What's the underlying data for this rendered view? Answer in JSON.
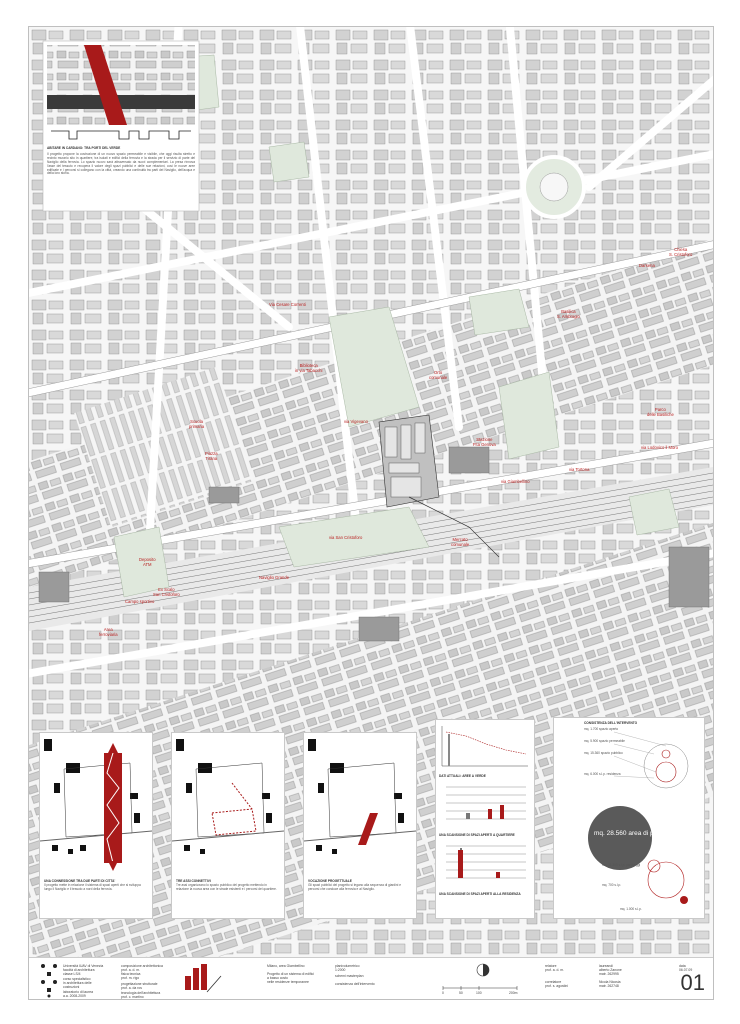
{
  "inset": {
    "title": "ABITARE IN CARDANO: TRA PORTI DEL VERDE",
    "paragraph": "Il progetto propone la costruzione di un nuovo spazio permeabile e visibile, che oggi risulta stretto e recinto murario sito in quartiere, tra isolati e edifici della ferrovia e la strada per il servizio di parte del Naviglio della ferrovia. Lo spazio nuovo sarà attraversato da nuovi complementari. La presa rinnova l'asse del tessuto e recupera il valore degli spazi pubblici e delle sue relazioni, così le nuove aree edificate e i percorsi si collegano con la città, creando una continuità tra parti del Naviglio, dell'acqua e della loro storia."
  },
  "map_labels": [
    {
      "id": "l1",
      "text": "Via Cesare Correnti"
    },
    {
      "id": "l2",
      "text": "Basilica\nS. Ambrogio"
    },
    {
      "id": "l3",
      "text": "Biblioteca\nin via Tabacchi"
    },
    {
      "id": "l4",
      "text": "Orto\ncomunale"
    },
    {
      "id": "l5",
      "text": "via Vigevano"
    },
    {
      "id": "l6",
      "text": "Scuola\nprimaria"
    },
    {
      "id": "l7",
      "text": "Parco\ndelle Basiliche"
    },
    {
      "id": "l8",
      "text": "Darsena"
    },
    {
      "id": "l9",
      "text": "Stazione\nP.ta Genova"
    },
    {
      "id": "l10",
      "text": "Mercato\ncomunale"
    },
    {
      "id": "l11",
      "text": "via San Cristoforo"
    },
    {
      "id": "l12",
      "text": "via Lodovico il Moro"
    },
    {
      "id": "l13",
      "text": "Ex Scalo\nSan Cristoforo"
    },
    {
      "id": "l14",
      "text": "Naviglio Grande"
    },
    {
      "id": "l15",
      "text": "Area\nferroviaria"
    },
    {
      "id": "l16",
      "text": "via Giambellino"
    },
    {
      "id": "l17",
      "text": "Deposito\nATM"
    },
    {
      "id": "l18",
      "text": "Chiesa\nS. Cristoforo"
    },
    {
      "id": "l19",
      "text": "Piazza\nTirana"
    },
    {
      "id": "l20",
      "text": "Campo sportivo"
    },
    {
      "id": "l21",
      "text": "via Tortona"
    }
  ],
  "diagrams": [
    {
      "id": "d1",
      "caption": "UNA CONNESSIONE TRA DUE PARTI DI CITTA'",
      "text": "Il progetto mette in relazione il sistema di spazi aperti che si sviluppa lungo il Naviglio e il tessuto a nord della ferrovia."
    },
    {
      "id": "d2",
      "caption": "TRE ASSI CONNETTIVI",
      "text": "Tre assi organizzano lo spazio pubblico del progetto mettendo in relazione la nuova area con le strade esistenti e i percorsi del quartiere."
    },
    {
      "id": "d3",
      "caption": "VOCAZIONE PROGETTUALE",
      "text": "Gli spazi pubblici del progetto si legano alla sequenza di giardini e percorsi che conduce alla ferrovia e al Naviglio."
    }
  ],
  "analysis": {
    "panel1_caption": "DATI ATTUALI: AREE A VERDE",
    "panel2_caption": "UNA SCANSIONE DI SPAZI APERTI A QUARTIERE",
    "panel3_caption": "UNA SCANSIONE DI SPAZI APERTI ALLA RESIDENZA"
  },
  "bubbles": {
    "title": "CONSISTENZA DELL'INTERVENTO",
    "main_value": "mq. 28.560",
    "main_label": "area di progetto",
    "items": [
      {
        "id": "b1",
        "text": "mq. 1.700 spazio aperto"
      },
      {
        "id": "b2",
        "text": "mq. 5.900 spazio permeabile"
      },
      {
        "id": "b3",
        "text": "mq. 15.360 spazio pubblico"
      },
      {
        "id": "b4",
        "text": "mq. 6.000 s.l.p. residenza"
      },
      {
        "id": "b5",
        "text": "mq. 11.300 s.l.p. parcheggi"
      },
      {
        "id": "b6",
        "text": "mq. 700 s.l.p."
      },
      {
        "id": "b7",
        "text": "mq. 1.000 s.l.p."
      }
    ],
    "colors": {
      "main": "#5a5a5a",
      "accent": "#a31b1b",
      "outline": "#b22222"
    }
  },
  "footer": {
    "col1": "Università IUAV di Venezia\nfacoltà di architettura\nclasse LS/4",
    "col2": "corso specialistico\nin architettura delle\ncostruzioni",
    "col3": "laboratorio di laurea\na.a. 2008-2009",
    "col4": "composizione architettonica\nprof. a. d. m.",
    "col5": "fisica tecnica\nprof. m. rigo",
    "col6": "progettazione strutturale\nprof. a. da ros",
    "col7": "tecnologia dell'architettura\nprof. c. martino",
    "col8": "Milano, area Giambellino",
    "col9": "Progetto di un sistema di edifici\na basso costo\nnelle residenze temporanee",
    "col10": "planivolumetrico\n1:2000",
    "col11": "schemi masterplan",
    "col12": "consistenza dell'intervento",
    "col13": "relatore\nprof. a. d. m.",
    "col14": "correlatore\nprof. s. agostini",
    "col15": "laureandi\nalberto Zanone\nmatr. 262995",
    "col16": "Nicola Nicosia\nmatr. 262748",
    "col17": "data\n06.07.09",
    "scale": [
      "0",
      "50",
      "100",
      "200m"
    ],
    "sheet": "01"
  }
}
